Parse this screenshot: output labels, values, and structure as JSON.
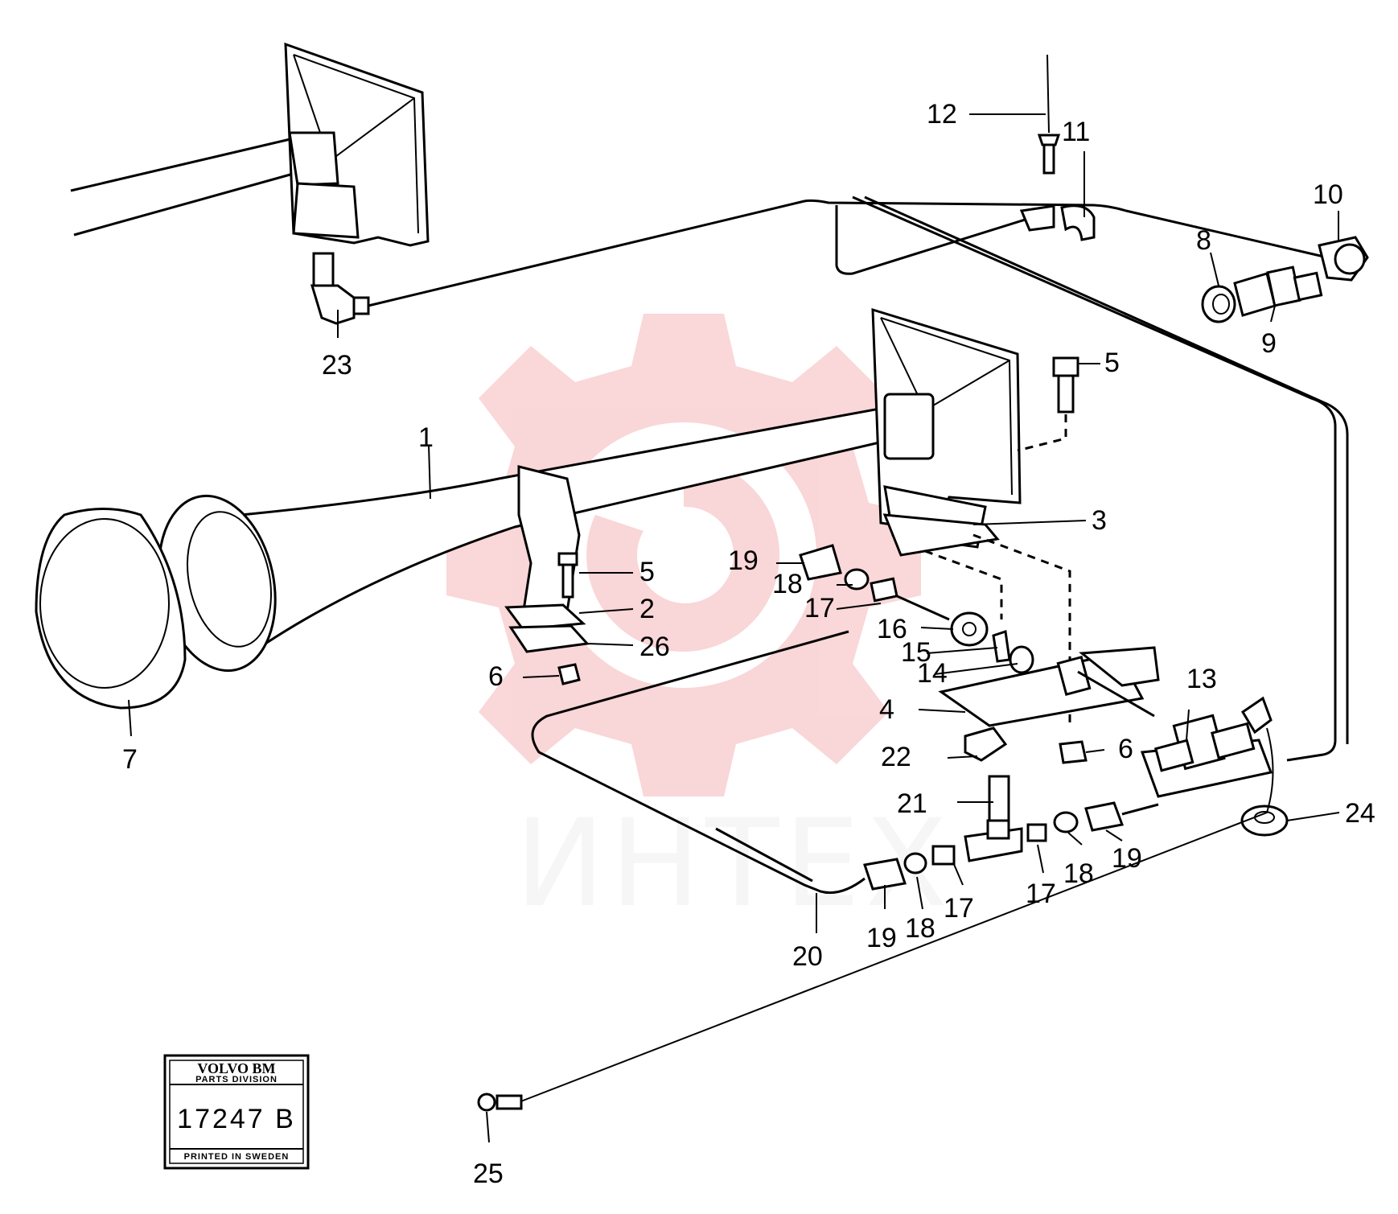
{
  "callouts": [
    {
      "id": "c1",
      "text": "1"
    },
    {
      "id": "c2",
      "text": "2"
    },
    {
      "id": "c3",
      "text": "3"
    },
    {
      "id": "c4",
      "text": "4"
    },
    {
      "id": "c5a",
      "text": "5"
    },
    {
      "id": "c5b",
      "text": "5"
    },
    {
      "id": "c6a",
      "text": "6"
    },
    {
      "id": "c6b",
      "text": "6"
    },
    {
      "id": "c7",
      "text": "7"
    },
    {
      "id": "c8",
      "text": "8"
    },
    {
      "id": "c9",
      "text": "9"
    },
    {
      "id": "c10",
      "text": "10"
    },
    {
      "id": "c11",
      "text": "11"
    },
    {
      "id": "c12",
      "text": "12"
    },
    {
      "id": "c13",
      "text": "13"
    },
    {
      "id": "c14",
      "text": "14"
    },
    {
      "id": "c15",
      "text": "15"
    },
    {
      "id": "c16",
      "text": "16"
    },
    {
      "id": "c17a",
      "text": "17"
    },
    {
      "id": "c17b",
      "text": "17"
    },
    {
      "id": "c17c",
      "text": "17"
    },
    {
      "id": "c18a",
      "text": "18"
    },
    {
      "id": "c18b",
      "text": "18"
    },
    {
      "id": "c18c",
      "text": "18"
    },
    {
      "id": "c19a",
      "text": "19"
    },
    {
      "id": "c19b",
      "text": "19"
    },
    {
      "id": "c19c",
      "text": "19"
    },
    {
      "id": "c20",
      "text": "20"
    },
    {
      "id": "c21",
      "text": "21"
    },
    {
      "id": "c22",
      "text": "22"
    },
    {
      "id": "c23",
      "text": "23"
    },
    {
      "id": "c24",
      "text": "24"
    },
    {
      "id": "c25",
      "text": "25"
    },
    {
      "id": "c26",
      "text": "26"
    }
  ],
  "stamp": {
    "brand": "VOLVO BM",
    "division": "PARTS DIVISION",
    "number": "17247 B",
    "printed": "PRINTED IN SWEDEN"
  },
  "watermark": {
    "text": "ИНТЕХ",
    "color": "#e8474c"
  }
}
